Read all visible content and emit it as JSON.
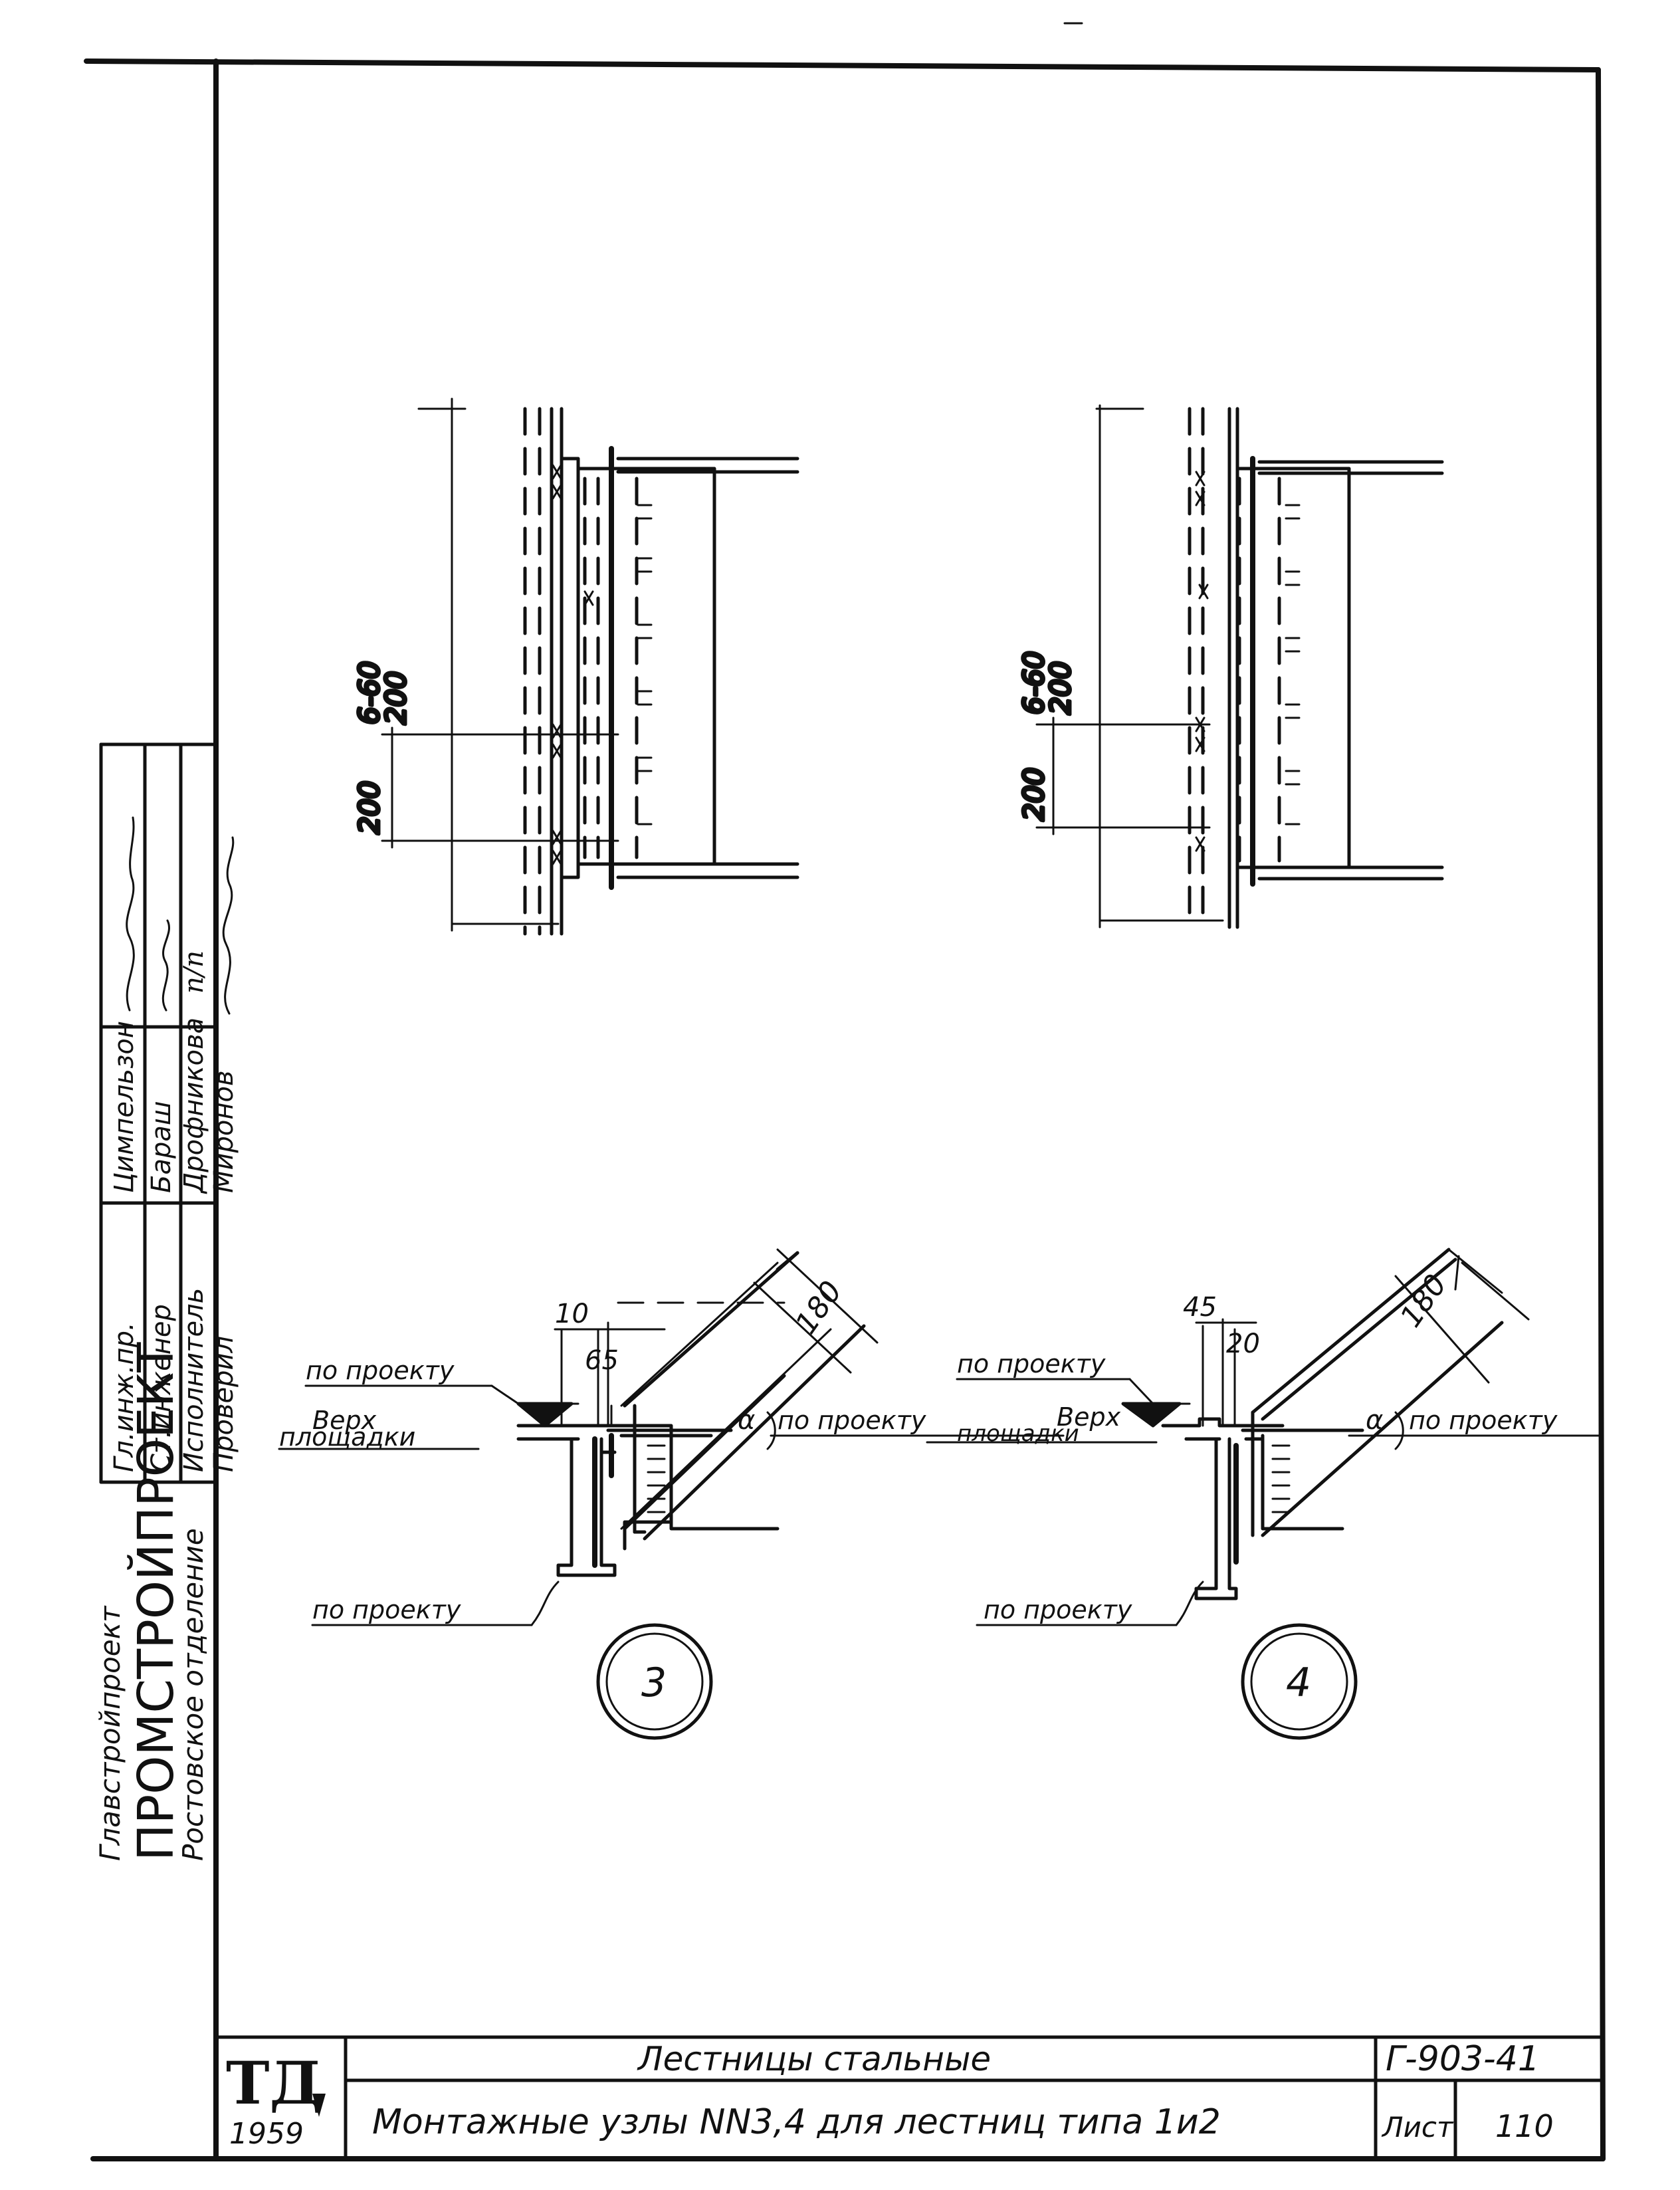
{
  "title_block": {
    "logo": "ТД",
    "year": "1959",
    "title_top": "Лестницы стальные",
    "title_bottom": "Монтажные узлы NN3,4 для лестниц типа 1и2",
    "code": "Г-903-41",
    "sheet_label": "Лист",
    "sheet_number": "110"
  },
  "side_stamp": {
    "org_small": "Главстройпроект",
    "org_large": "ПРОМСТРОЙПРОЕКТ",
    "branch": "Ростовское отделение",
    "rows": [
      {
        "role": "Гл.инж.пр.",
        "name": "Цимпельзон"
      },
      {
        "role": "Ст.инженер",
        "name": "Бараш"
      },
      {
        "role": "Исполнитель",
        "name": "Дрофникова"
      },
      {
        "role": "Проверил",
        "name": "Миронов"
      }
    ],
    "signature_pp": "п/п"
  },
  "details": {
    "upper_left": {
      "dim_a": "6-60",
      "dim_b": "200",
      "dim_c": "200"
    },
    "upper_right": {
      "dim_a": "6-60",
      "dim_b": "200",
      "dim_c": "200"
    },
    "node3": {
      "number": "3",
      "dim_10": "10",
      "dim_65": "65",
      "dim_180": "180",
      "label_project_top": "по проекту",
      "label_top1": "Верх",
      "label_top2": "площадки",
      "label_project_bottom": "по проекту",
      "label_angle": "α",
      "label_angle_project": "по проекту"
    },
    "node4": {
      "number": "4",
      "dim_45": "45",
      "dim_20": "20",
      "dim_180": "180",
      "label_project_top": "по проекту",
      "label_top1": "Верх",
      "label_top2": "площадки",
      "label_project_bottom": "по проекту",
      "label_angle": "α",
      "label_angle_project": "по проекту"
    }
  }
}
